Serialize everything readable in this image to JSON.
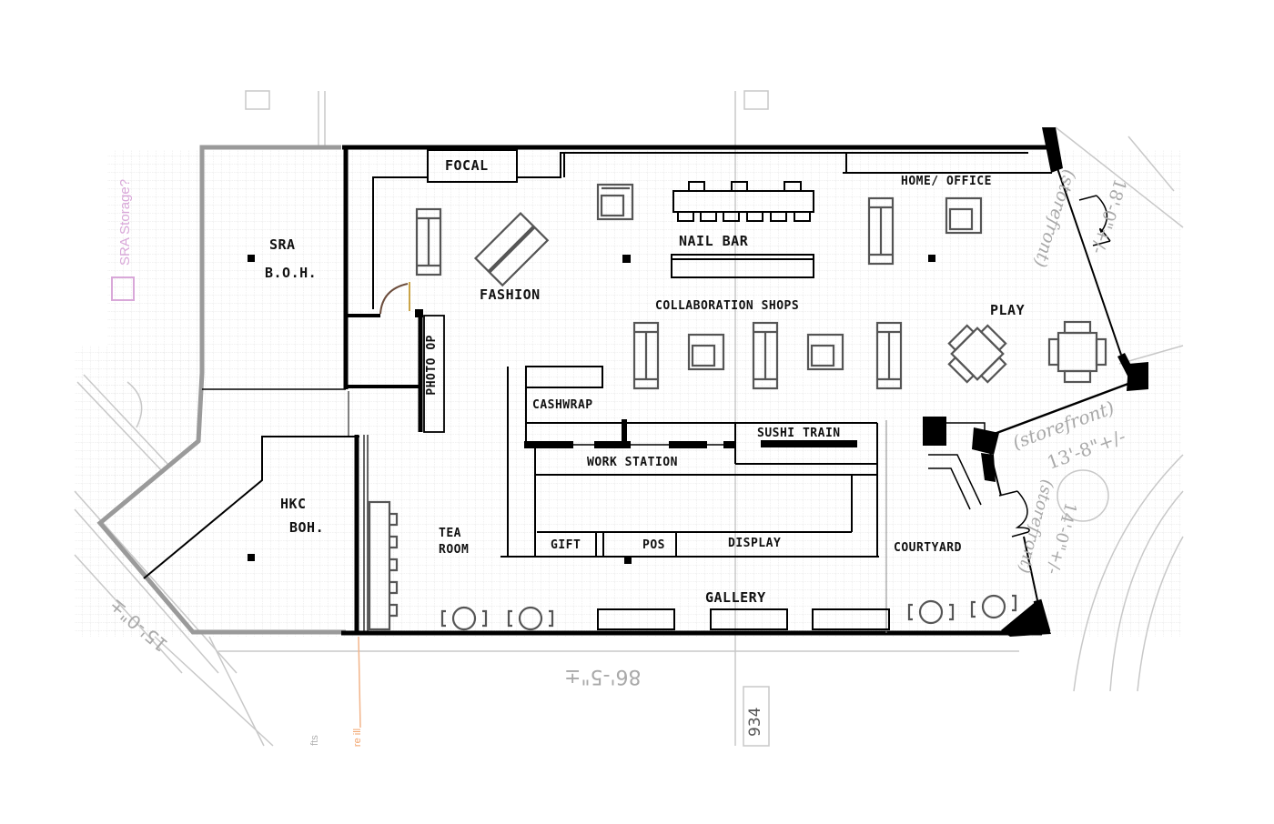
{
  "drawing": {
    "type": "retail floor plan sketch",
    "grid_color": "#d9d9d9",
    "wall_color": "#000000",
    "existing_wall_color": "#9a9a9a",
    "furniture_color": "#555555"
  },
  "rooms": {
    "sra_boh": {
      "line1": "SRA",
      "line2": "B.O.H."
    },
    "hkc_boh": {
      "line1": "HKC",
      "line2": "BOH."
    },
    "focal": "FOCAL",
    "fashion": "FASHION",
    "nail_bar": "NAIL BAR",
    "home_office": "HOME/ OFFICE",
    "collaboration_shops": "COLLABORATION SHOPS",
    "play": "PLAY",
    "photo_op": "PHOTO OP",
    "cashwrap": "CASHWRAP",
    "sushi_train": "SUSHI TRAIN",
    "work_station": "WORK STATION",
    "tea_room": {
      "line1": "TEA",
      "line2": "ROOM"
    },
    "gift": "GIFT",
    "pos": "POS",
    "display": "DISPLAY",
    "courtyard": "COURTYARD",
    "gallery": "GALLERY"
  },
  "annotations": {
    "sra_storage": "SRA Storage?",
    "storefront_top": {
      "label": "(storefront)",
      "dim": "18'-0\"+/-"
    },
    "storefront_middle": {
      "label": "(storefront)",
      "dim": "13'-8\"+/-"
    },
    "storefront_bottom": {
      "label": "(storefront)",
      "dim": "14'-0\"+/-"
    },
    "overall_length": "86'-5\"±",
    "left_dim": "15'-0\"±",
    "grid_tag": "934",
    "orange_note": "re\nill",
    "grey_note": "fts"
  }
}
